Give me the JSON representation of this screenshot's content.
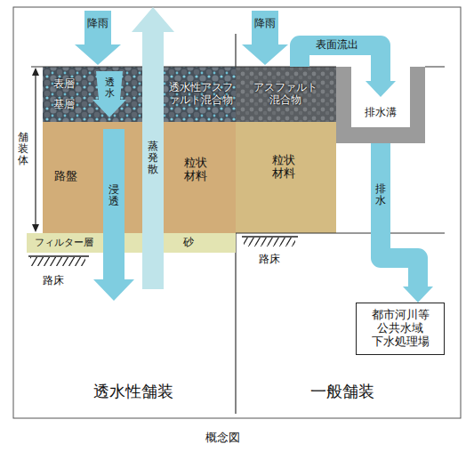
{
  "diagram": {
    "caption": "概念図",
    "nodes": [
      {
        "text": [
          "表層",
          "基層",
          "透水性アスファルト混合物"
        ]
      },
      {
        "text": [
          "路盤",
          "粒状材料"
        ]
      },
      {
        "text": [
          "フィルター層",
          "砂"
        ]
      },
      {
        "text": [
          "アスファルト混合物"
        ]
      },
      {
        "text": [
          "粒状材料"
        ]
      },
      {
        "text": [
          "排水溝"
        ]
      },
      {
        "text": [
          "都市河川等 公共水域 下水処理場"
        ]
      }
    ],
    "edges": [
      {
        "from": 3,
        "to": 5,
        "label": "表面流出",
        "arrow": "to"
      },
      {
        "from": 5,
        "to": 6,
        "label": "排水",
        "arrow": "to"
      }
    ],
    "labels": [
      "降雨",
      "透水",
      "蒸発散",
      "浸透",
      "舗装体",
      "路床",
      "降雨",
      "路床",
      "透水性舗装",
      "一般舗装"
    ]
  }
}
